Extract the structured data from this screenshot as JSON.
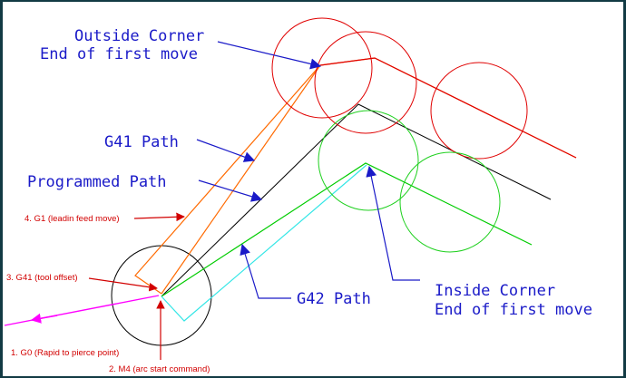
{
  "diagram": {
    "labels": {
      "outside_corner_line1": "Outside Corner",
      "outside_corner_line2": "End of first move",
      "g41_path": "G41 Path",
      "programmed_path": "Programmed Path",
      "leadin": "4. G1 (leadin feed move)",
      "tool_offset": "3. G41 (tool offset)",
      "g42_path": "G42 Path",
      "inside_corner_line1": "Inside Corner",
      "inside_corner_line2": "End of first move",
      "rapid": "1. G0 (Rapid to pierce point)",
      "arc_start": "2. M4 (arc start command)"
    },
    "colors": {
      "background_border": "#123a44",
      "canvas": "#ffffff",
      "blue_label": "#1a1ac8",
      "red_label": "#d20000",
      "programmed_path": "#000000",
      "g41_path": "#ff6a00",
      "g42_path": "#00cc00",
      "inside_path": "#33e6e6",
      "rapid_move": "#ff00ff",
      "outside_circles": "#e00000",
      "inside_circles": "#1fd01f",
      "pierce_circle": "#000000"
    }
  }
}
